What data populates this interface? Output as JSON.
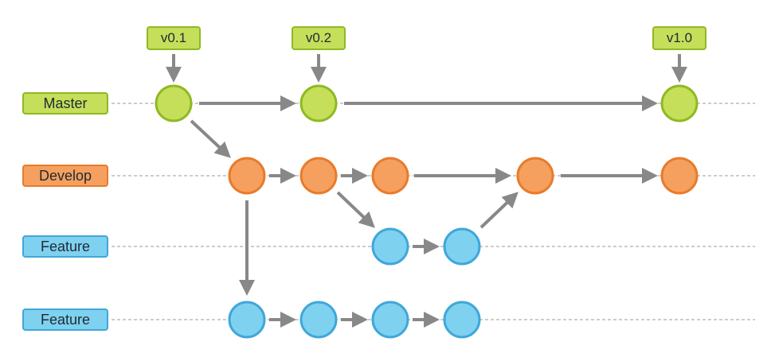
{
  "colors": {
    "master_fill": "#c5df5a",
    "master_stroke": "#8fb923",
    "develop_fill": "#f5a05e",
    "develop_stroke": "#e87b2b",
    "feature_fill": "#7fd1f0",
    "feature_stroke": "#3fa7d9",
    "arrow": "#888888",
    "dash": "#bbbbbb"
  },
  "lanes": {
    "master": {
      "label": "Master"
    },
    "develop": {
      "label": "Develop"
    },
    "feature_a": {
      "label": "Feature"
    },
    "feature_b": {
      "label": "Feature"
    }
  },
  "tags": [
    {
      "label": "v0.1"
    },
    {
      "label": "v0.2"
    },
    {
      "label": "v1.0"
    }
  ]
}
